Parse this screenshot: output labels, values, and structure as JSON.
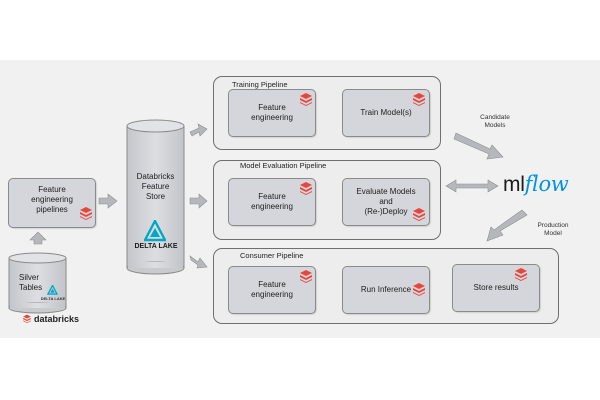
{
  "diagram": {
    "nodes": {
      "silver_tables": "Silver\nTables",
      "feature_pipelines": "Feature\nengineering\npipelines",
      "feature_store": "Databricks\nFeature\nStore",
      "delta_lake": "DELTA LAKE",
      "training_fe": "Feature\nengineering",
      "train_models": "Train Model(s)",
      "eval_fe": "Feature\nengineering",
      "evaluate_models": "Evaluate Models\nand\n(Re-)Deploy",
      "consumer_fe": "Feature\nengineering",
      "run_inference": "Run Inference",
      "store_results": "Store results"
    },
    "groups": {
      "training": "Training Pipeline",
      "evaluation": "Model Evaluation Pipeline",
      "consumer": "Consumer Pipeline"
    },
    "edge_labels": {
      "candidate": "Candidate\nModels",
      "production": "Production\nModel"
    },
    "logos": {
      "databricks": "databricks",
      "mlflow_ml": "ml",
      "mlflow_flow": "flow",
      "delta_small": "DELTA LAKE"
    }
  },
  "colors": {
    "databricks_red": "#e8453c",
    "delta_teal": "#00a8c6",
    "mlflow_blue": "#0194e2",
    "arrow_gray": "#b5b7bb"
  }
}
